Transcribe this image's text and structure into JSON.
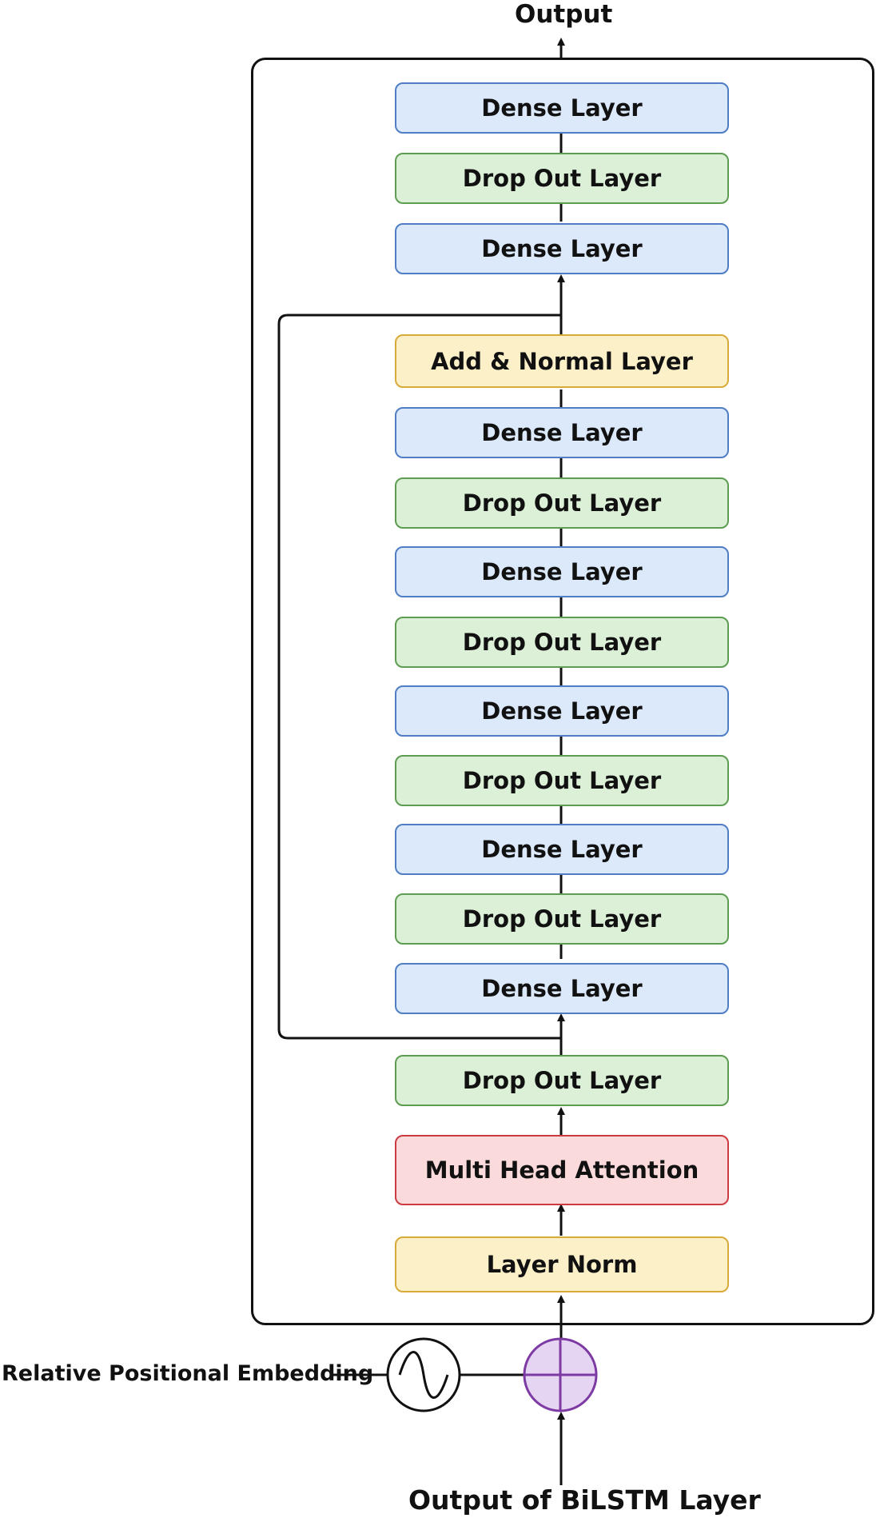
{
  "title": "Output",
  "input_label": "Output of BiLSTM Layer",
  "embedding_label": "Relative Positional Embedding",
  "layers": [
    {
      "label": "Dense Layer",
      "kind": "dense"
    },
    {
      "label": "Drop Out Layer",
      "kind": "dropout"
    },
    {
      "label": "Dense Layer",
      "kind": "dense"
    },
    {
      "label": "Add & Normal Layer",
      "kind": "addnorm"
    },
    {
      "label": "Dense Layer",
      "kind": "dense"
    },
    {
      "label": "Drop Out Layer",
      "kind": "dropout"
    },
    {
      "label": "Dense Layer",
      "kind": "dense"
    },
    {
      "label": "Drop Out Layer",
      "kind": "dropout"
    },
    {
      "label": "Dense Layer",
      "kind": "dense"
    },
    {
      "label": "Drop Out Layer",
      "kind": "dropout"
    },
    {
      "label": "Dense Layer",
      "kind": "dense"
    },
    {
      "label": "Drop Out Layer",
      "kind": "dropout"
    },
    {
      "label": "Dense Layer",
      "kind": "dense"
    },
    {
      "label": "Drop Out Layer",
      "kind": "dropout"
    },
    {
      "label": "Multi Head Attention",
      "kind": "attention"
    },
    {
      "label": "Layer Norm",
      "kind": "layernorm"
    }
  ],
  "colors": {
    "dense_fill": "#dce9fb",
    "dense_border": "#4f7ec4",
    "dropout_fill": "#dcefd7",
    "dropout_border": "#5e9c52",
    "norm_fill": "#fcf0c9",
    "norm_border": "#d7aa3a",
    "attention_fill": "#fbdadb",
    "attention_border": "#cb3c40",
    "adder_fill": "#e6d4f3",
    "adder_border": "#7d3aa3",
    "line": "#111111"
  }
}
